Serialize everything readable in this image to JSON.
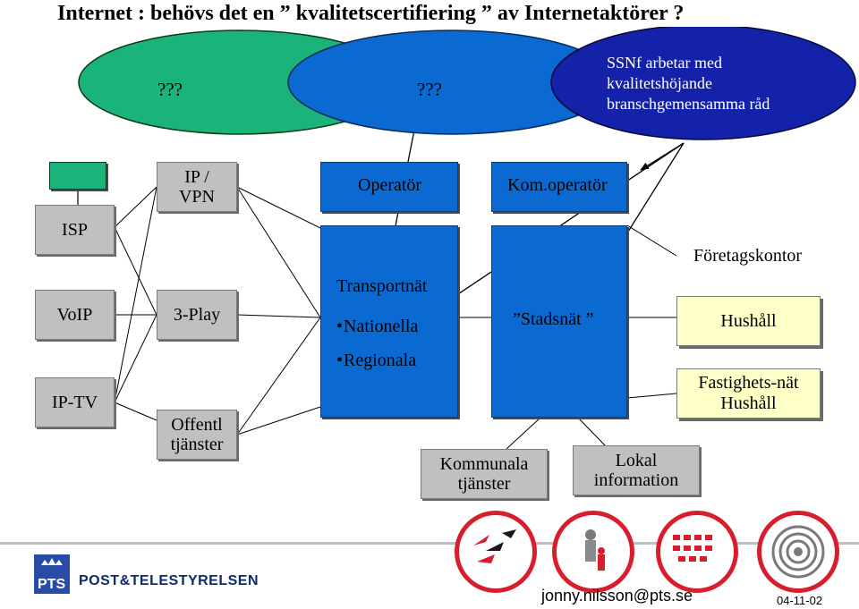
{
  "title": "Internet : behövs det en  ” kvalitetscertifiering ” av Internetaktörer ?",
  "ellipses": {
    "left_label": "???",
    "middle_label": "???",
    "right_text": [
      "SSNf arbetar med",
      "kvalitetshöjande",
      "branschgemensamma råd"
    ]
  },
  "left_boxes": {
    "isp": "ISP",
    "voip": "VoIP",
    "iptv": "IP-TV"
  },
  "second_col": {
    "ipvpn_line1": "IP /",
    "ipvpn_line2": "VPN",
    "three_play": "3-Play",
    "offentl_line1": "Offentl",
    "offentl_line2": "tjänster"
  },
  "operator": {
    "header": "Operatör",
    "heading": "Transportnät",
    "bullets": [
      "Nationella",
      "Regionala"
    ]
  },
  "kom_operator": {
    "header": "Kom.operatör",
    "label": "”Stadsnät ”"
  },
  "right_boxes": {
    "foretagskontor": "Företagskontor",
    "hushall": "Hushåll",
    "fastighetsnat_line1": "Fastighets-nät",
    "fastighetsnat_line2": "Hushåll"
  },
  "bottom_boxes": {
    "kommunala_line1": "Kommunala",
    "kommunala_line2": "tjänster",
    "lokal_line1": "Lokal",
    "lokal_line2": "information"
  },
  "footer": {
    "logo_text": "POST&TELESTYRELSEN",
    "logo_text_display": "Post & Telestyrelsen",
    "email": "jonny.nilsson@pts.se",
    "date": "04-11-02"
  },
  "colors": {
    "green": "#1ab47a",
    "blue": "#0a6ad2",
    "navy": "#1322a8",
    "gray": "#c0c0c0",
    "yellow": "#ffffc8",
    "red": "#d81e2c"
  }
}
